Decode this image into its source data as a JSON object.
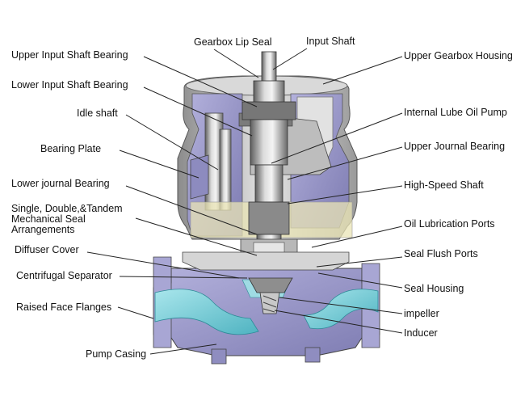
{
  "diagram": {
    "colors": {
      "casing": "#9a98c8",
      "casing_dark": "#6f6da0",
      "metal": "#c9c9c9",
      "metal_dark": "#6b6b6b",
      "water": "#7fcfd8",
      "oil": "#e8e2b0",
      "seal": "#2fae62",
      "leader": "#222222"
    },
    "labels": {
      "gearbox_lip_seal": "Gearbox Lip Seal",
      "input_shaft": "Input Shaft",
      "upper_input_shaft_bearing": "Upper Input Shaft Bearing",
      "upper_gearbox_housing": "Upper Gearbox Housing",
      "lower_input_shaft_bearing": "Lower Input Shaft Bearing",
      "idle_shaft": "Idle shaft",
      "internal_lube_oil_pump": "Internal Lube Oil Pump",
      "bearing_plate": "Bearing Plate",
      "upper_journal_bearing": "Upper Journal  Bearing",
      "lower_journal_bearing": "Lower  journal Bearing",
      "high_speed_shaft": "High-Speed Shaft",
      "mech_seal_line1": "Single, Double,&Tandem",
      "mech_seal_line2": "Mechanical Seal",
      "mech_seal_line3": "Arrangements",
      "oil_lubrication_ports": "Oil Lubrication Ports",
      "diffuser_cover": "Diffuser Cover",
      "seal_flush_ports": "Seal Flush Ports",
      "centrifugal_separator": "Centrifugal Separator",
      "seal_housing": "Seal Housing",
      "raised_face_flanges": "Raised Face Flanges",
      "impeller": "impeller",
      "inducer": "Inducer",
      "pump_casing": "Pump Casing"
    }
  }
}
